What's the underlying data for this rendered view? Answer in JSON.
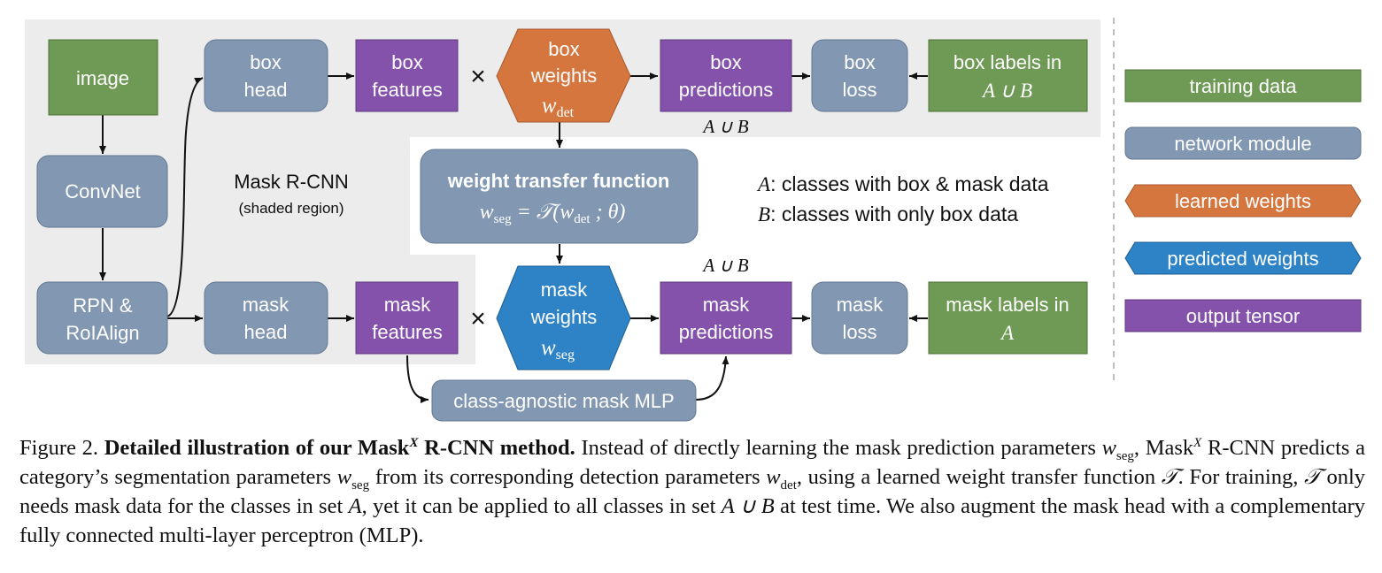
{
  "colors": {
    "training": "#6f9a55",
    "module": "#8297b1",
    "learned": "#d6763f",
    "predicted": "#2d83c6",
    "output": "#8452ab",
    "shaded": "#ececec"
  },
  "region": {
    "label": "Mask R-CNN",
    "sublabel": "(shaded region)"
  },
  "nodes": {
    "image": {
      "l1": "image"
    },
    "convnet": {
      "l1": "ConvNet"
    },
    "rpn": {
      "l1": "RPN &",
      "l2": "RoIAlign"
    },
    "box_head": {
      "l1": "box",
      "l2": "head"
    },
    "box_features": {
      "l1": "box",
      "l2": "features"
    },
    "box_weights": {
      "l1": "box",
      "l2": "weights",
      "sym": "w",
      "sub": "det"
    },
    "box_predictions": {
      "l1": "box",
      "l2": "predictions"
    },
    "box_loss": {
      "l1": "box",
      "l2": "loss"
    },
    "box_labels": {
      "l1": "box labels in",
      "l2": "A ∪ B"
    },
    "wtf": {
      "l1": "weight transfer function",
      "l2": "w",
      "l2sub": "seg",
      "l2rest": " = 𝒯(w",
      "l2sub2": "det",
      "l2end": " ; θ)"
    },
    "mask_head": {
      "l1": "mask",
      "l2": "head"
    },
    "mask_features": {
      "l1": "mask",
      "l2": "features"
    },
    "mask_weights": {
      "l1": "mask",
      "l2": "weights",
      "sym": "w",
      "sub": "seg"
    },
    "mask_predictions": {
      "l1": "mask",
      "l2": "predictions"
    },
    "mask_loss": {
      "l1": "mask",
      "l2": "loss"
    },
    "mask_labels": {
      "l1": "mask labels in",
      "l2": "A"
    },
    "mlp": {
      "l1": "class-agnostic mask MLP"
    }
  },
  "times_symbol": "×",
  "set_label_box": "A ∪ B",
  "set_label_mask": "A ∪ B",
  "definitions": {
    "a_sym": "A",
    "a_text": ": classes with box & mask data",
    "b_sym": "B",
    "b_text": ": classes with only box data"
  },
  "legend": [
    {
      "label": "training data",
      "kind": "training"
    },
    {
      "label": "network module",
      "kind": "module"
    },
    {
      "label": "learned weights",
      "kind": "learned"
    },
    {
      "label": "predicted weights",
      "kind": "predicted"
    },
    {
      "label": "output tensor",
      "kind": "output"
    }
  ],
  "caption": {
    "p1": "Figure 2. ",
    "bold1": "Detailed illustration of our Mask",
    "bold_sup": "X",
    "bold2": " R-CNN method.",
    "t1": " Instead of directly learning the mask prediction parameters ",
    "w1": "w",
    "w1sub": "seg",
    "t2": ", Mask",
    "t2sup": "X",
    "t3": " R-CNN predicts a category’s segmentation parameters ",
    "w2": "w",
    "w2sub": "seg",
    "t4": " from its corresponding detection parameters ",
    "w3": "w",
    "w3sub": "det",
    "t5": ", using a learned weight transfer function ",
    "T1": "𝒯",
    "t6": ". For training, ",
    "T2": "𝒯",
    "t7": " only needs mask data for the classes in set ",
    "A1": "A",
    "t8": ", yet it can be applied to all classes in set ",
    "AB": "A ∪ B",
    "t9": " at test time. We also augment the mask head with a complementary fully connected multi-layer perceptron (MLP)."
  }
}
